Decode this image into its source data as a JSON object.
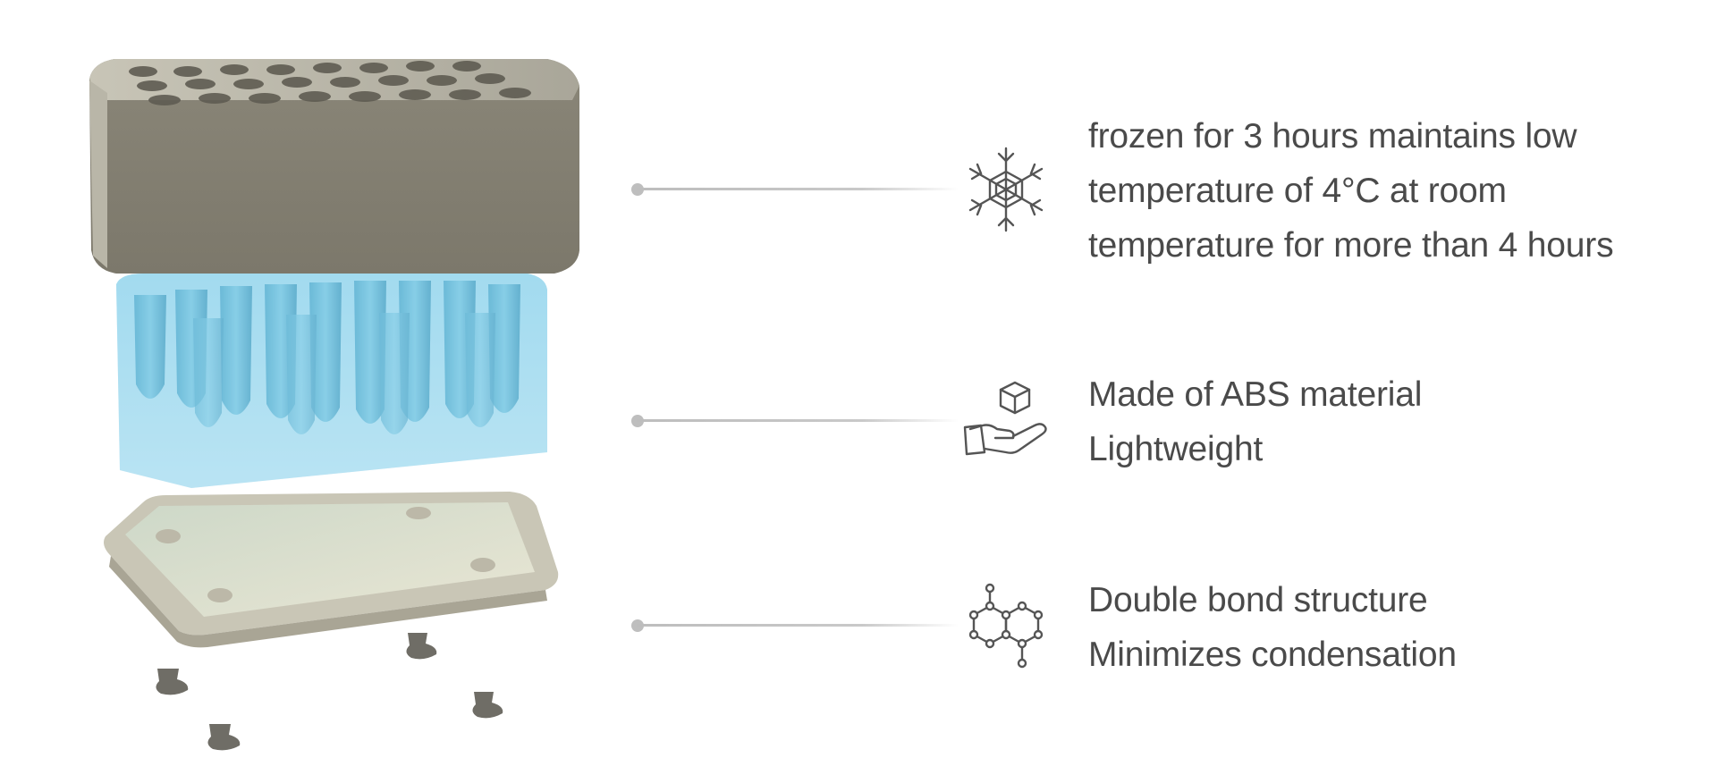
{
  "features": [
    {
      "icon": "snowflake-icon",
      "lines": [
        "frozen for 3 hours maintains low",
        "temperature of 4°C at room",
        "temperature for more than 4 hours"
      ]
    },
    {
      "icon": "hand-holding-cube-icon",
      "lines": [
        "Made of ABS material",
        "Lightweight"
      ]
    },
    {
      "icon": "molecule-structure-icon",
      "lines": [
        "Double bond structure",
        "Minimizes condensation"
      ]
    }
  ],
  "colors": {
    "text": "#4a4a4a",
    "icon_stroke": "#555555",
    "connector": "#bdbdbd",
    "rack": "#8a8678",
    "gel": "#8fd3ea",
    "base_tray": "#d8d6c8"
  }
}
